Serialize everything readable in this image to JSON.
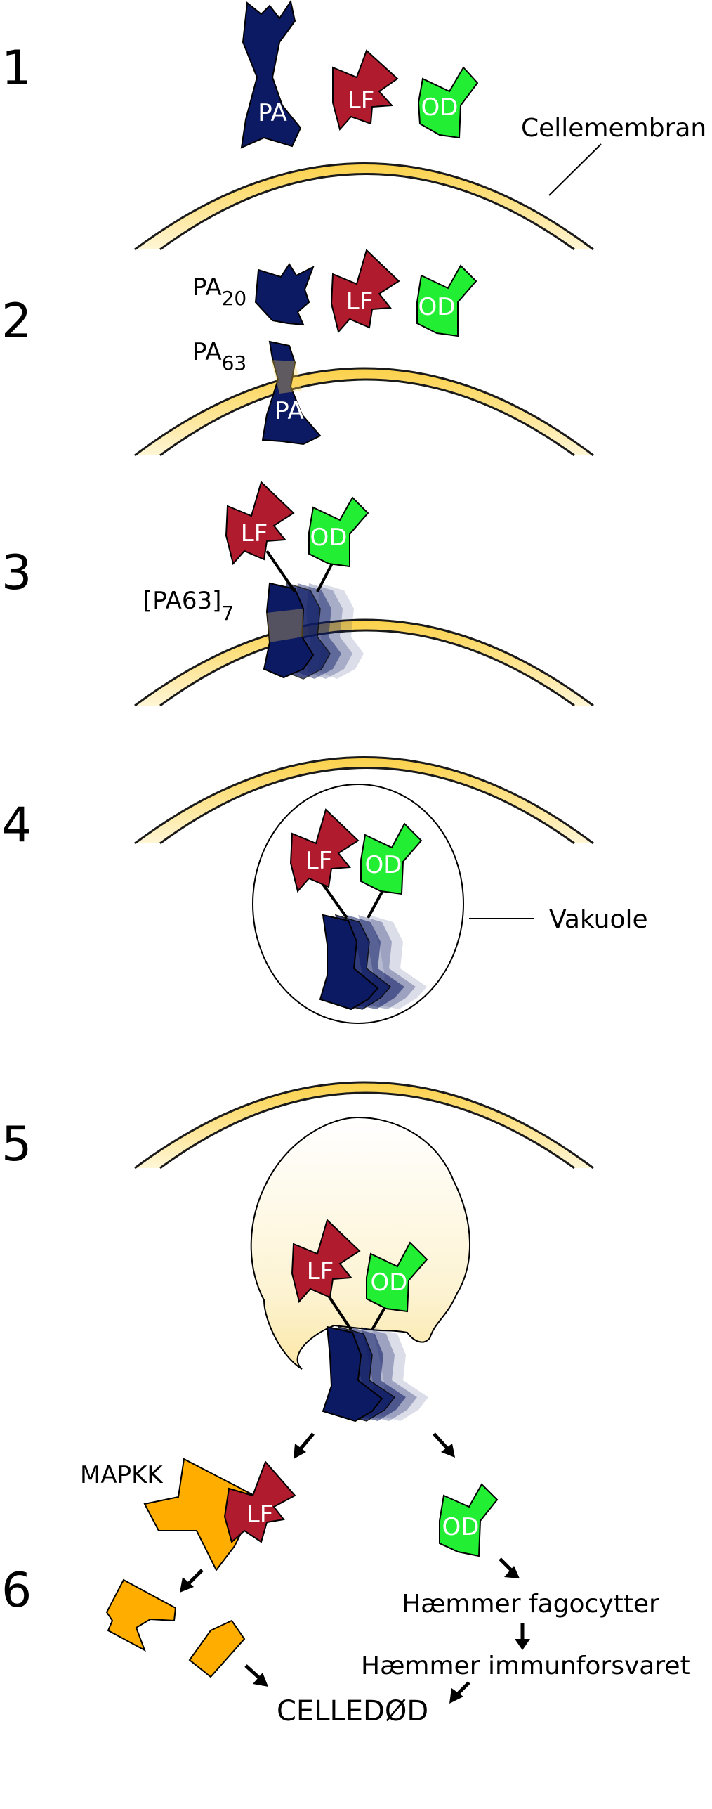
{
  "steps": [
    "1",
    "2",
    "3",
    "4",
    "5",
    "6"
  ],
  "labels": {
    "membrane": "Cellemembran",
    "pa20_base": "PA",
    "pa20_sub": "20",
    "pa63_base": "PA",
    "pa63_sub": "63",
    "heptamer_base": "[PA63]",
    "heptamer_sub": "7",
    "vacuole": "Vakuole",
    "mapkk": "MAPKK",
    "inhibit_phagocytes": "Hæmmer fagocytter",
    "inhibit_immune": "Hæmmer immunforsvaret",
    "cell_death": "CELLEDØD"
  },
  "proteins": {
    "pa": "PA",
    "lf": "LF",
    "od": "OD"
  },
  "colors": {
    "pa": "#0c1a63",
    "lf": "#b01c2e",
    "od": "#22ee33",
    "membrane": "#fbd55a",
    "mapkk": "#ffae00",
    "vacuole_fill": "#fdf0c2"
  }
}
